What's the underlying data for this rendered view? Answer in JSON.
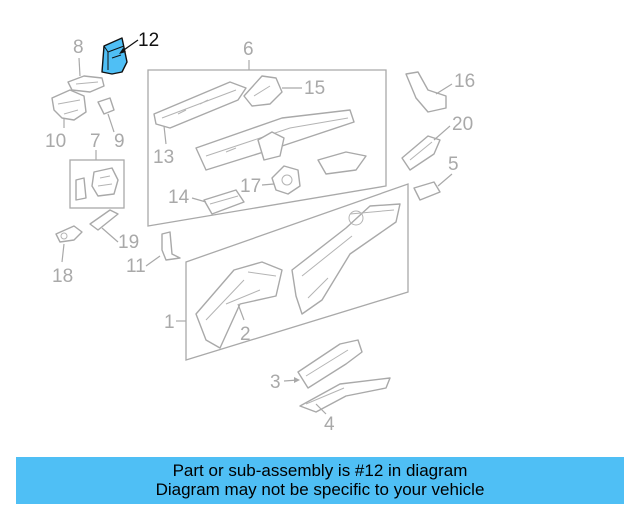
{
  "callouts": {
    "c1": "1",
    "c2": "2",
    "c3": "3",
    "c4": "4",
    "c5": "5",
    "c6": "6",
    "c7": "7",
    "c8": "8",
    "c9": "9",
    "c10": "10",
    "c11": "11",
    "c12": "12",
    "c13": "13",
    "c14": "14",
    "c15": "15",
    "c16": "16",
    "c17": "17",
    "c18": "18",
    "c19": "19",
    "c20": "20"
  },
  "highlight": {
    "part_number": "12",
    "color": "#4fbff5"
  },
  "banner": {
    "line1": "Part or sub-assembly is #12 in diagram",
    "line2": "Diagram may not be specific to your vehicle",
    "background": "#4fbff5"
  }
}
